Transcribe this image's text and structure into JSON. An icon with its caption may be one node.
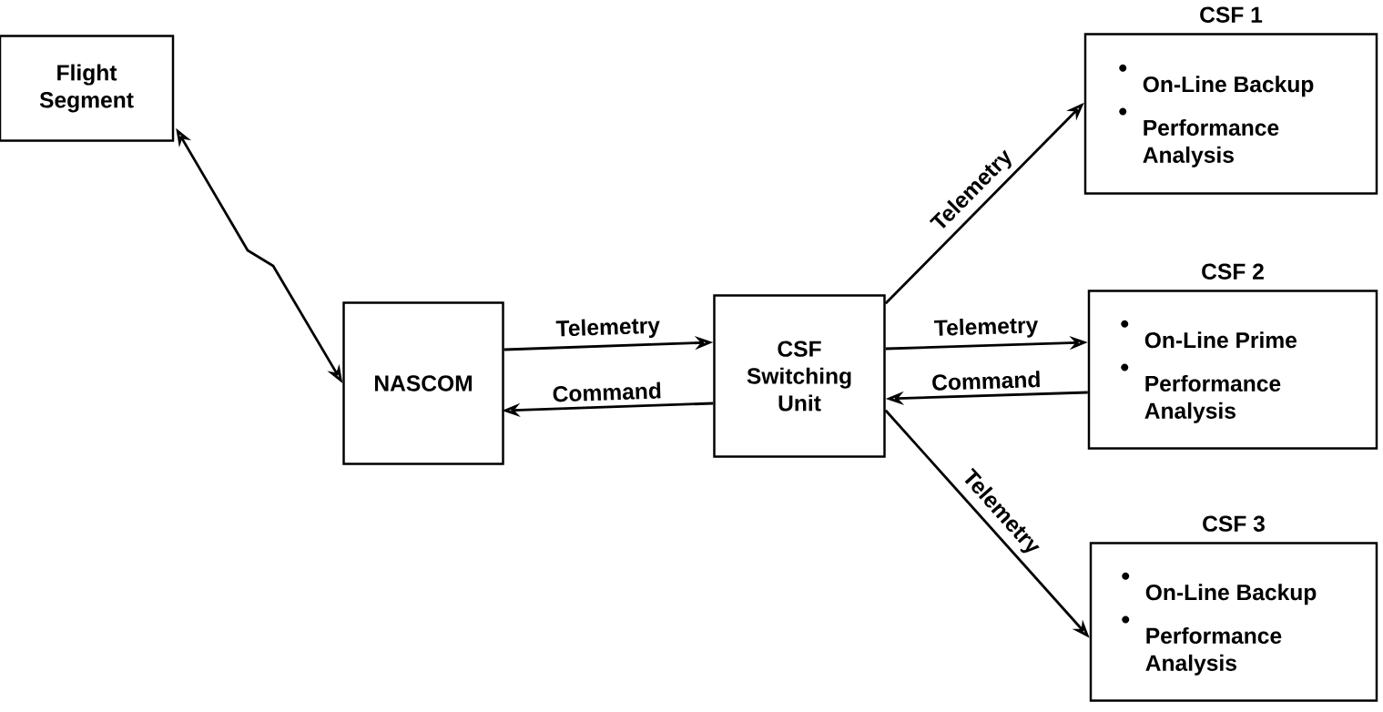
{
  "diagram": {
    "nodes": [
      {
        "text": [
          "Flight Segment"
        ]
      },
      {
        "text": [
          "NASCOM"
        ]
      },
      {
        "text": [
          "CSF Switching Unit"
        ]
      },
      {
        "text": [
          "CSF 1",
          "On-Line Backup",
          "Performance Analysis"
        ]
      },
      {
        "text": [
          "CSF 2",
          "On-Line Prime",
          "Performance Analysis"
        ]
      },
      {
        "text": [
          "CSF 3",
          "On-Line Backup",
          "Performance Analysis"
        ]
      }
    ],
    "edges": [
      {
        "from": 0,
        "to": 1,
        "arrow": "both"
      },
      {
        "from": 1,
        "to": 2,
        "arrow": "to",
        "label": "Telemetry"
      },
      {
        "from": 2,
        "to": 1,
        "arrow": "to",
        "label": "Command"
      },
      {
        "from": 2,
        "to": 3,
        "arrow": "to",
        "label": "Telemetry"
      },
      {
        "from": 2,
        "to": 4,
        "arrow": "to",
        "label": "Telemetry"
      },
      {
        "from": 4,
        "to": 2,
        "arrow": "to",
        "label": "Command"
      },
      {
        "from": 2,
        "to": 5,
        "arrow": "to",
        "label": "Telemetry"
      }
    ]
  }
}
